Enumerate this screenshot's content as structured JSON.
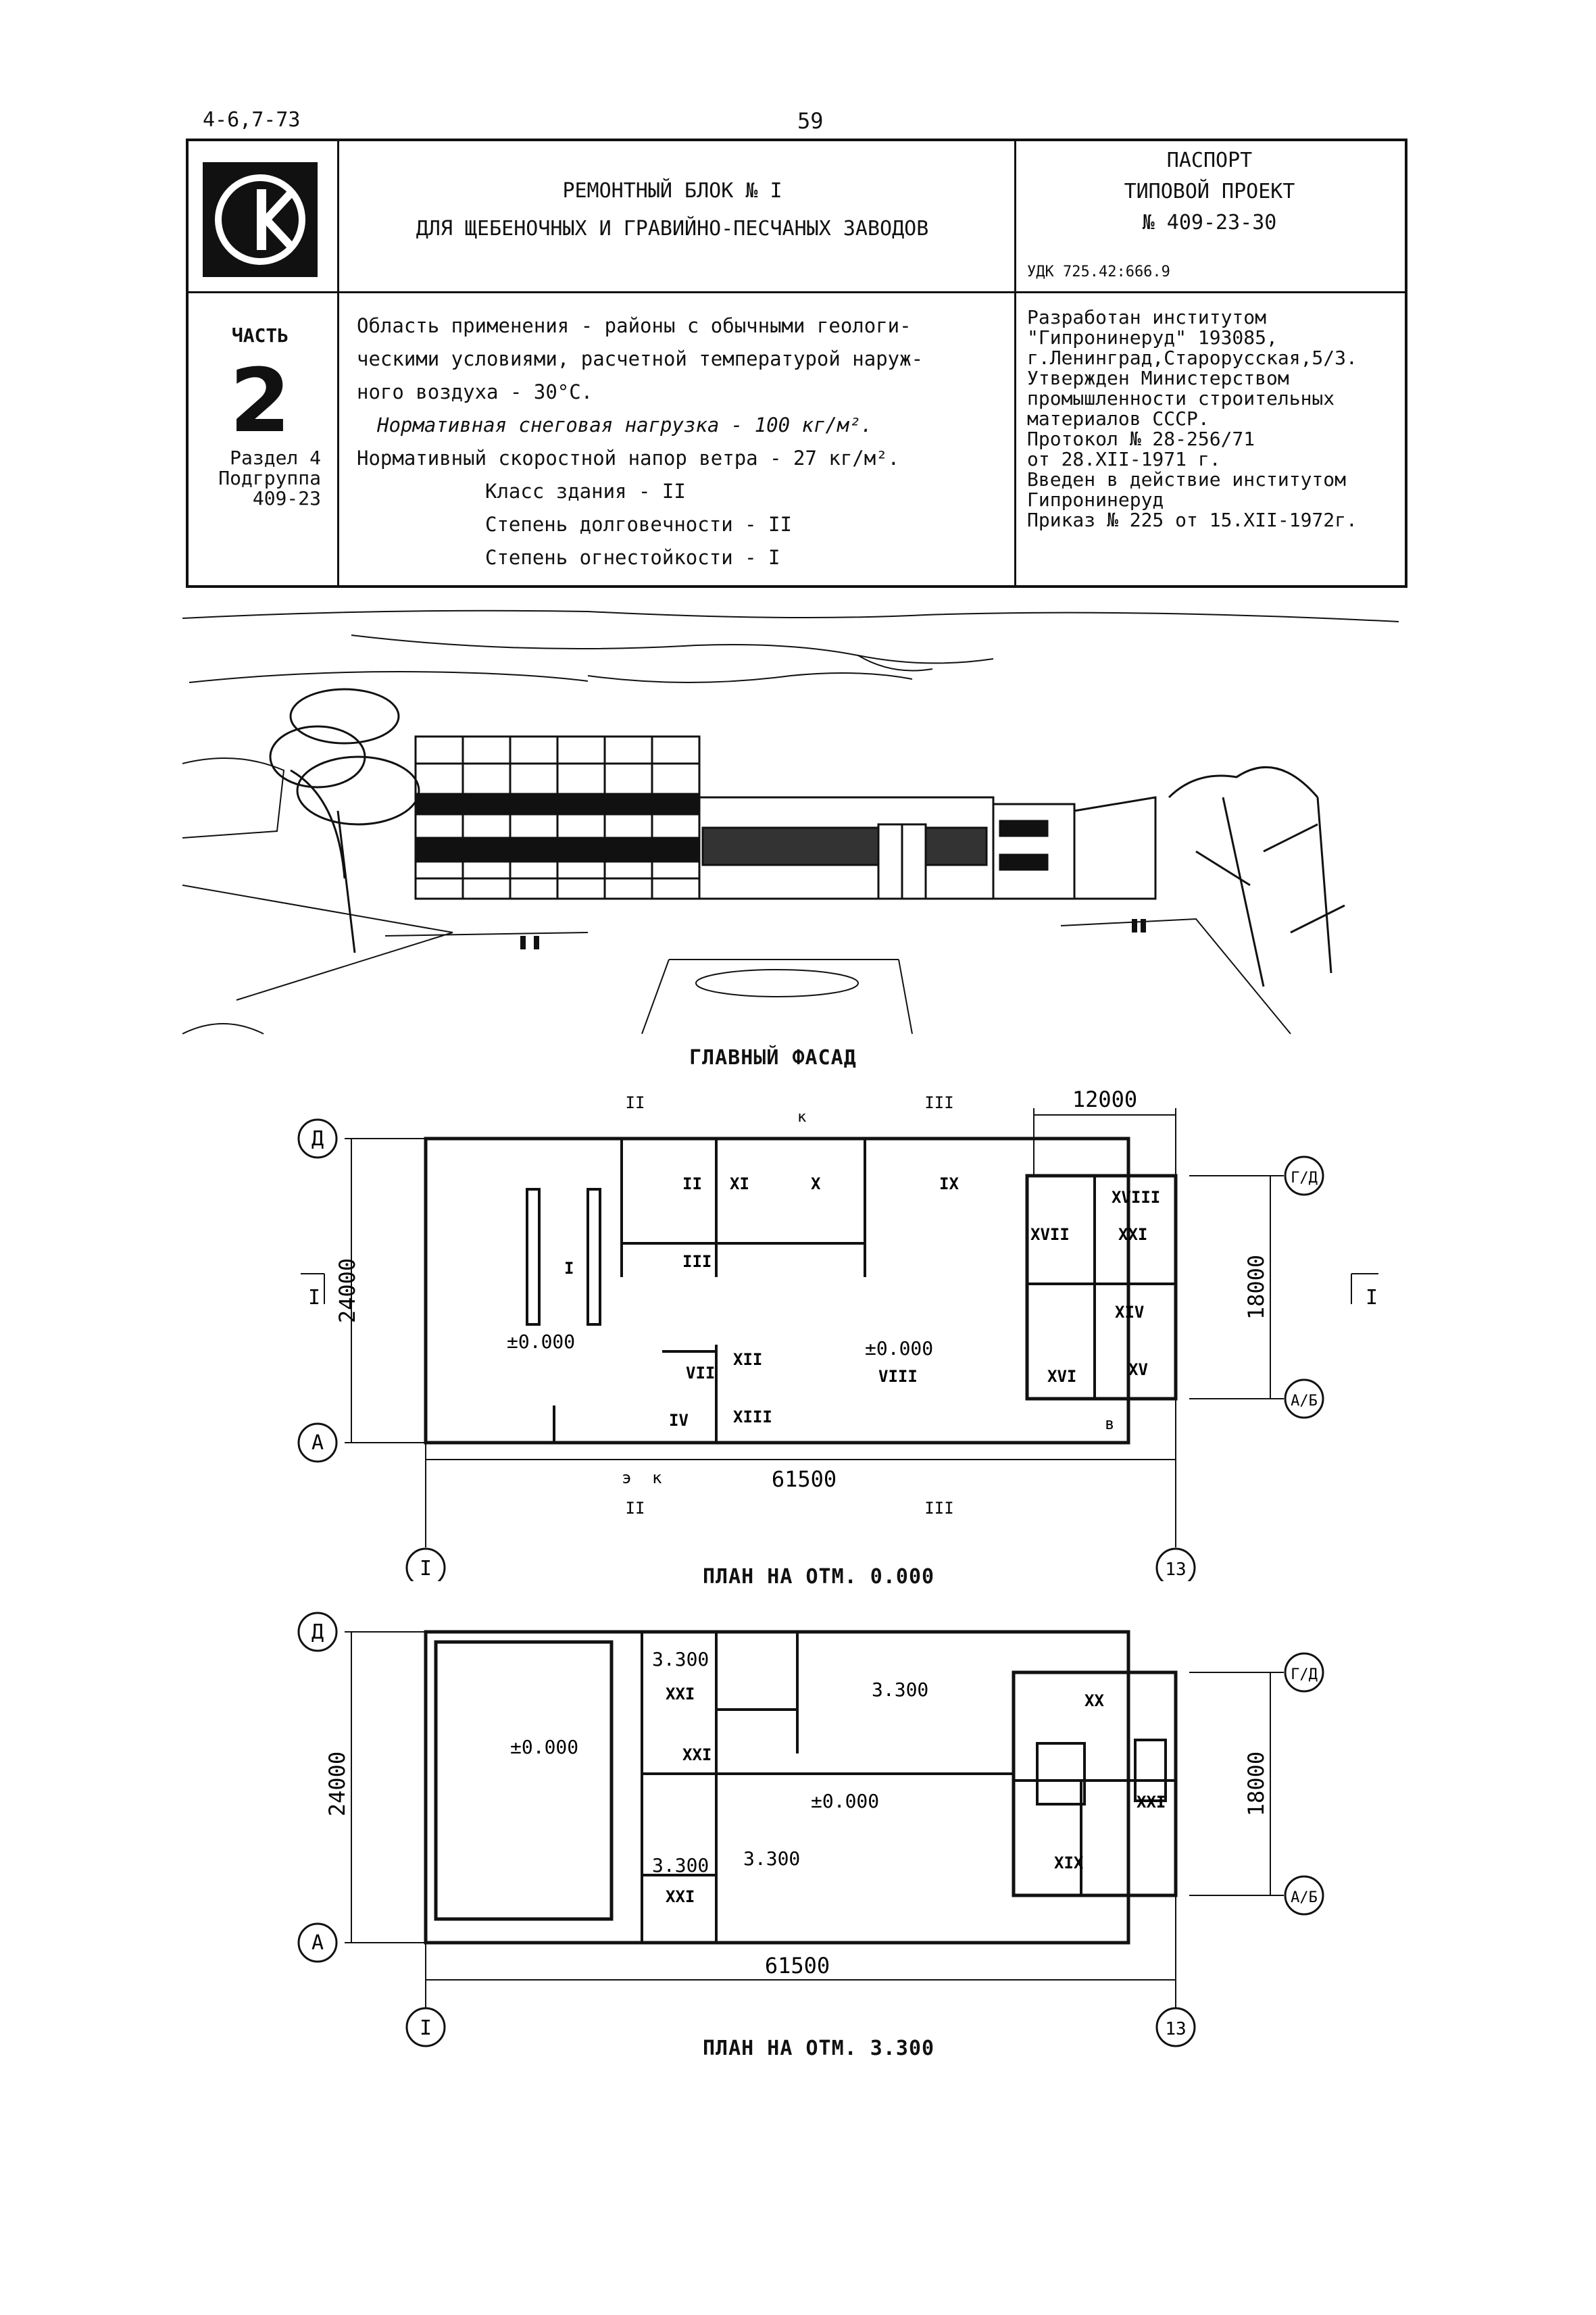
{
  "header": {
    "sheet_code": "4-6,7-73",
    "page_number": "59",
    "title_line1": "РЕМОНТНЫЙ БЛОК № I",
    "title_line2": "ДЛЯ ЩЕБЕНОЧНЫХ И ГРАВИЙНО-ПЕСЧАНЫХ ЗАВОДОВ",
    "passport_line1": "ПАСПОРТ",
    "passport_line2": "ТИПОВОЙ ПРОЕКТ",
    "passport_line3": "№ 409-23-30",
    "udk": "УДК 725.42:666.9",
    "logo_text": "СК"
  },
  "part": {
    "label": "ЧАСТЬ",
    "number": "2",
    "section": "Раздел 4",
    "subgroup": "Подгруппа",
    "subgroup_code": "409-23"
  },
  "scope": {
    "line1": "Область применения - районы с обычными геологи-",
    "line2": "ческими условиями, расчетной температурой наруж-",
    "line3": "ного воздуха - 30°С.",
    "snow_load": "Нормативная снеговая нагрузка - 100 кг/м².",
    "wind_load": "Нормативный скоростной напор ветра -  27 кг/м².",
    "building_class": "Класс здания          - II",
    "durability": "Степень долговечности - II",
    "fire_resistance": "Степень огнестойкости - I"
  },
  "developer": {
    "line1": "Разработан институтом",
    "line2": "\"Гипронинеруд\" 193085,",
    "line3": "г.Ленинград,Старорусская,5/3.",
    "line4": "Утвержден Министерством",
    "line5": "промышленности строительных",
    "line6": "материалов СССР.",
    "line7": "Протокол № 28-256/71",
    "line8": "от 28.XII-1971 г.",
    "line9": "Введен в действие институтом",
    "line10": "Гипронинеруд",
    "line11": "Приказ № 225 от 15.XII-1972г."
  },
  "facade": {
    "caption": "ГЛАВНЫЙ ФАСАД"
  },
  "plan1": {
    "caption": "ПЛАН НА ОТМ. 0.000",
    "dim_width": "61500",
    "dim_depth": "24000",
    "dim_annex_depth": "18000",
    "dim_annex_width": "12000",
    "axis_left": "I",
    "axis_right": "13",
    "axis_top": "Д",
    "axis_bottom": "А",
    "axis_annex_top": "Г/Д",
    "axis_annex_bottom": "А/Б",
    "section_mark": "I",
    "section_ii": "II",
    "section_iii": "III",
    "level_left": "±0.000",
    "level_right": "±0.000",
    "entrance_k": "к",
    "entrance_e": "э",
    "entrance_v": "в",
    "rooms": [
      "I",
      "II",
      "XI",
      "X",
      "IX",
      "III",
      "XII",
      "VII",
      "IV",
      "XIII",
      "VIII",
      "XVIII",
      "XVII",
      "XXI",
      "XIV",
      "XV",
      "XVI"
    ]
  },
  "plan2": {
    "caption": "ПЛАН НА ОТМ. 3.300",
    "dim_width": "61500",
    "dim_depth": "24000",
    "dim_annex_depth": "18000",
    "axis_left": "I",
    "axis_right": "13",
    "axis_top": "Д",
    "axis_bottom": "А",
    "axis_annex_top": "Г/Д",
    "axis_annex_bottom": "А/Б",
    "level_hall": "±0.000",
    "level_mid": "±0.000",
    "level_a": "3.300",
    "level_b": "3.300",
    "level_c": "3.300",
    "level_d": "3.300",
    "rooms": [
      "XXI",
      "XXI",
      "XXI",
      "XX",
      "XIX",
      "XXI"
    ]
  }
}
